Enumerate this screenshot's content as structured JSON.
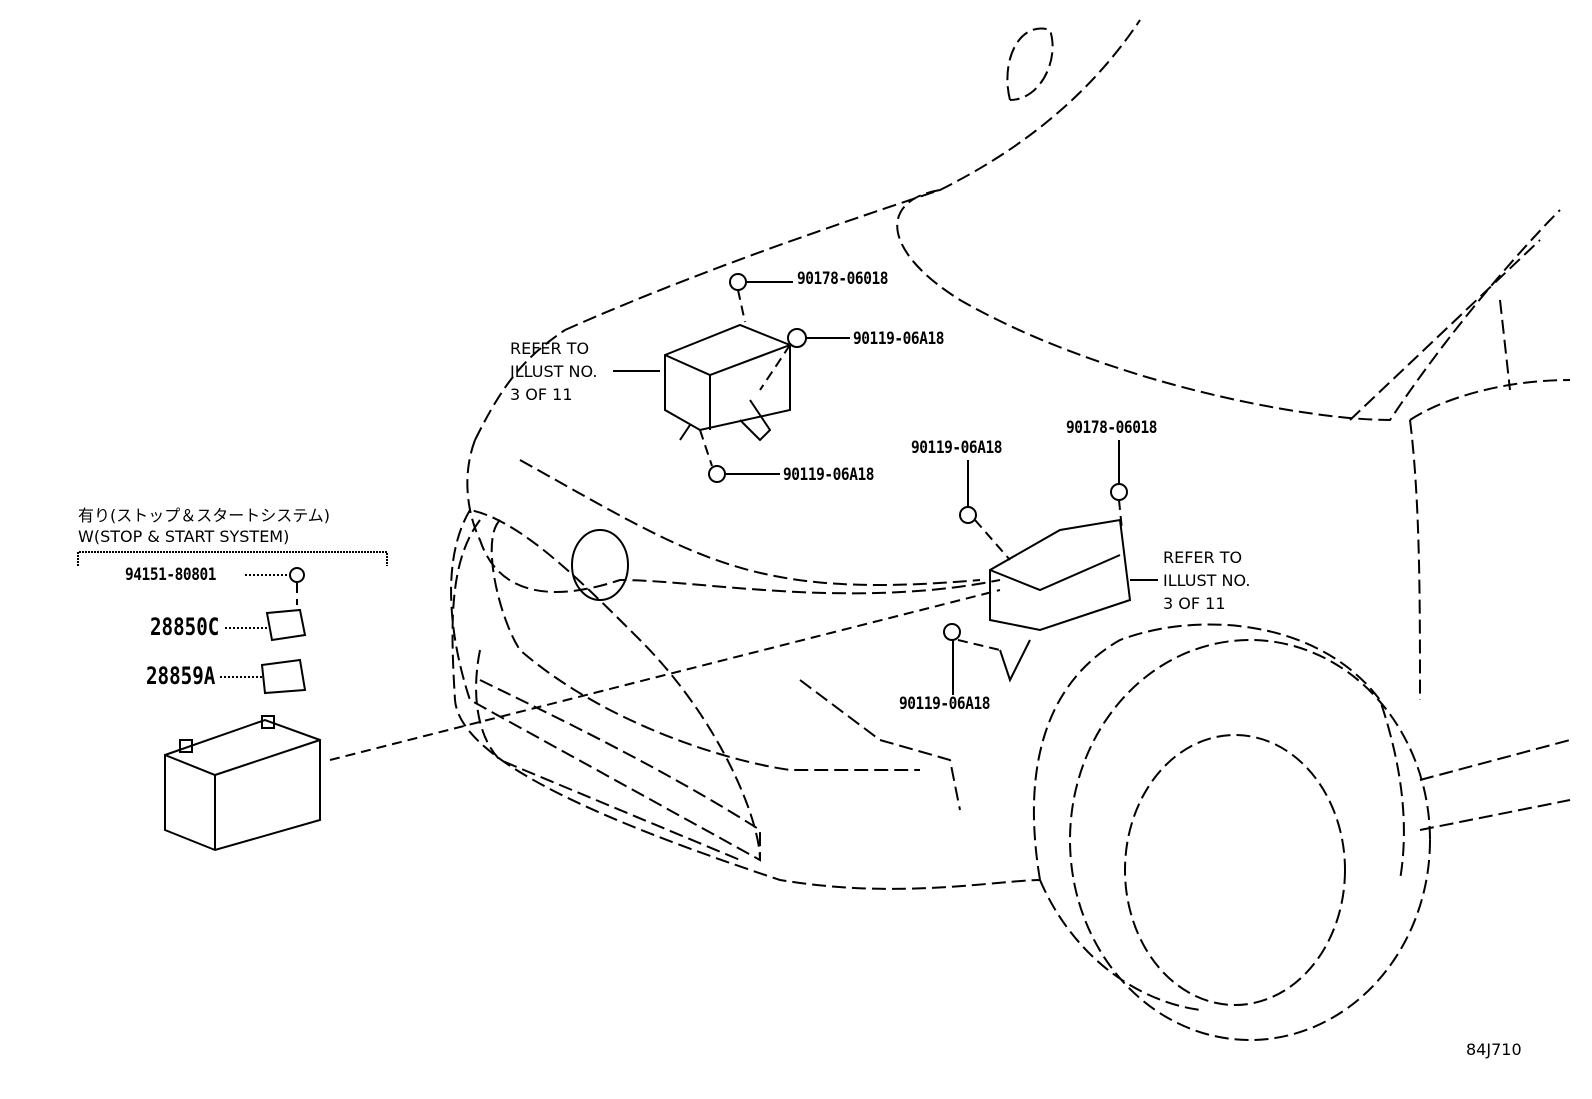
{
  "callouts": {
    "nut_top_relay": "90178-06018",
    "bolt_top_relay": "90119-06A18",
    "bolt_bottom_relay": "90119-06A18",
    "bolt_right_upper": "90119-06A18",
    "nut_right": "90178-06018",
    "bolt_right_lower": "90119-06A18",
    "refer_left": [
      "REFER TO",
      "ILLUST NO.",
      "3 OF 11"
    ],
    "refer_right": [
      "REFER TO",
      "ILLUST NO.",
      "3 OF 11"
    ]
  },
  "option_group": {
    "note_jp": "有り(ストップ＆スタートシステム)",
    "note_en": "W(STOP & START SYSTEM)",
    "parts": [
      "94151-80801",
      "28850C",
      "28859A"
    ]
  },
  "illustration_id": "84J710"
}
